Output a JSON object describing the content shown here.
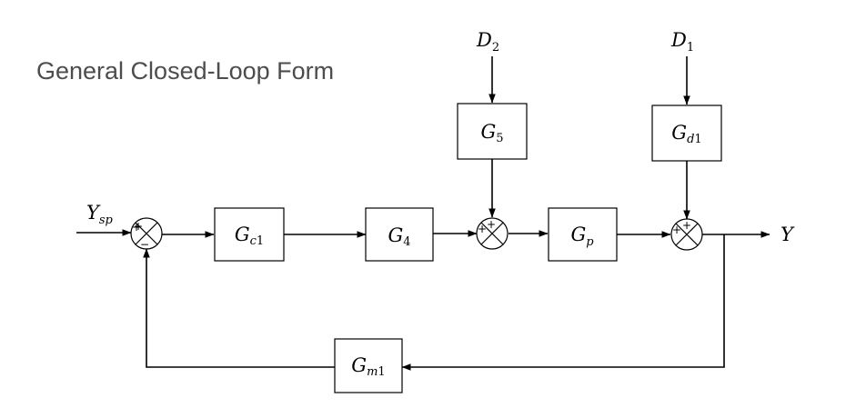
{
  "title": "General Closed-Loop Form",
  "signals": {
    "setpoint": {
      "base": "Y",
      "sub": "sp"
    },
    "output": {
      "base": "Y"
    },
    "disturbance_2": {
      "base": "D",
      "sub": "2"
    },
    "disturbance_1": {
      "base": "D",
      "sub": "1"
    }
  },
  "blocks": {
    "gc1": {
      "base": "G",
      "sub_var": "c",
      "sub_num": "1"
    },
    "g4": {
      "base": "G",
      "sub_num": "4"
    },
    "gp": {
      "base": "G",
      "sub_var": "p"
    },
    "g5": {
      "base": "G",
      "sub_num": "5"
    },
    "gd1": {
      "base": "G",
      "sub_var": "d",
      "sub_num": "1"
    },
    "gm1": {
      "base": "G",
      "sub_var": "m",
      "sub_num": "1"
    }
  },
  "summing_junctions": {
    "comparator": {
      "top_sign": "+",
      "left_sign": "+",
      "bottom_sign": "−"
    },
    "sum_middle": {
      "top_sign": "+",
      "left_sign": "+"
    },
    "sum_right": {
      "top_sign": "+",
      "left_sign": "+"
    }
  }
}
